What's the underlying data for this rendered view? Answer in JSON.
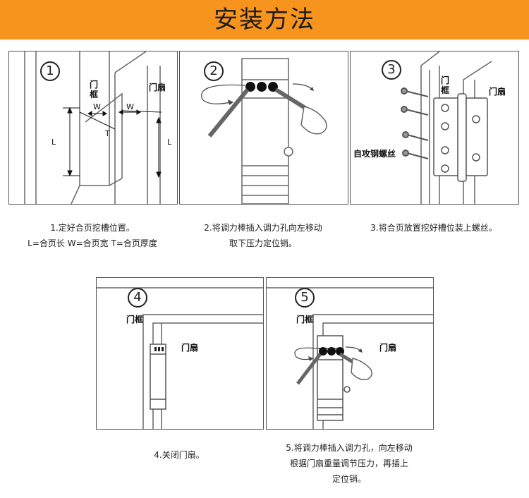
{
  "header": {
    "title": "安装方法"
  },
  "steps": [
    {
      "num": "1",
      "labels": {
        "frame": "门\n框",
        "leaf": "门扇",
        "L": "L",
        "W": "W",
        "T": "T"
      },
      "caption": [
        "1.定好合页挖槽位置。",
        "L=合页长  W=合页宽  T=合页厚度"
      ]
    },
    {
      "num": "2",
      "caption": [
        "2.将调力棒插入调力孔向左移动",
        "取下压力定位销。"
      ]
    },
    {
      "num": "3",
      "labels": {
        "frame": "门\n框",
        "leaf": "门扇",
        "screw": "自攻钢螺丝"
      },
      "caption": [
        "3.将合页放置挖好槽位装上螺丝。"
      ]
    },
    {
      "num": "4",
      "labels": {
        "frame": "门框",
        "leaf": "门扇"
      },
      "caption": [
        "4.关闭门扇。"
      ]
    },
    {
      "num": "5",
      "labels": {
        "frame": "门框",
        "leaf": "门扇"
      },
      "caption": [
        "5.将调力棒插入调力孔，向左移动",
        "根据门扇重量调节压力，再插上",
        "定位销。"
      ]
    }
  ]
}
